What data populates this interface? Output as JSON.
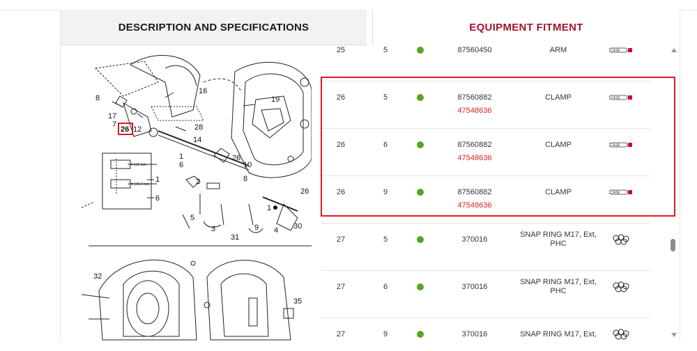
{
  "tabs": {
    "description": "DESCRIPTION AND SPECIFICATIONS",
    "fitment": "EQUIPMENT FITMENT"
  },
  "diagram_labels": {
    "l8": "8",
    "l16": "16",
    "l17": "17",
    "l19": "19",
    "l7": "7",
    "l26": "26",
    "l12": "12",
    "l28": "28",
    "l14": "14",
    "l1a": "1",
    "l6a": "6",
    "l26b": "26",
    "l10": "10",
    "l8b": "8",
    "l2": "2",
    "l26c": "26",
    "l1b": "1",
    "x120": "X = 120 mm",
    "x1062": "X = 106.2 mm",
    "l1c": "1",
    "l6b": "6",
    "l5": "5",
    "l3": "3",
    "l9": "9",
    "l4": "4",
    "l30": "30",
    "l31": "31",
    "l32": "32",
    "l35": "35"
  },
  "rows": [
    {
      "ref": "25",
      "qty": "5",
      "part": "87560450",
      "alt": "",
      "desc": "ARM",
      "brand": "case-ih-logo-icon"
    },
    {
      "ref": "26",
      "qty": "5",
      "part": "87560882",
      "alt": "47548636",
      "desc": "CLAMP",
      "brand": "case-ih-logo-icon"
    },
    {
      "ref": "26",
      "qty": "6",
      "part": "87560882",
      "alt": "47548636",
      "desc": "CLAMP",
      "brand": "case-ih-logo-icon"
    },
    {
      "ref": "26",
      "qty": "9",
      "part": "87560882",
      "alt": "47548636",
      "desc": "CLAMP",
      "brand": "case-ih-logo-icon"
    },
    {
      "ref": "27",
      "qty": "5",
      "part": "370016",
      "alt": "",
      "desc": "SNAP RING M17, Ext, PHC",
      "brand": "snap-ring-icon"
    },
    {
      "ref": "27",
      "qty": "6",
      "part": "370016",
      "alt": "",
      "desc": "SNAP RING M17, Ext, PHC",
      "brand": "snap-ring-icon"
    },
    {
      "ref": "27",
      "qty": "9",
      "part": "370016",
      "alt": "",
      "desc": "SNAP RING M17, Ext,",
      "brand": "snap-ring-icon"
    }
  ],
  "colors": {
    "accent": "#a01530",
    "highlight": "#e0191d",
    "status_green": "#56a61f",
    "alt_part": "#e0211d"
  }
}
